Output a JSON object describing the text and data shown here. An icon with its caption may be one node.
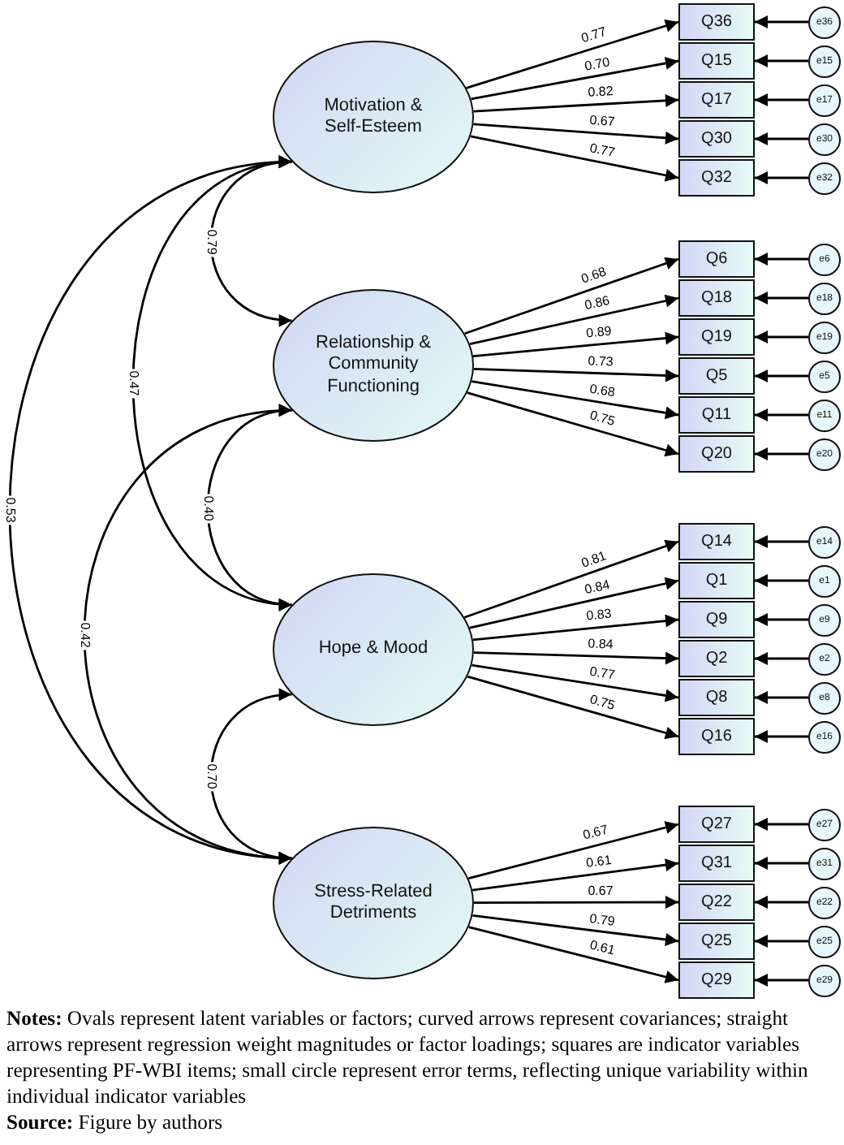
{
  "diagram": {
    "nodes": [
      {
        "text": [
          "Motivation & Self-Esteem"
        ]
      },
      {
        "text": [
          "Q36"
        ]
      },
      {
        "text": [
          "e36"
        ]
      },
      {
        "text": [
          "Q15"
        ]
      },
      {
        "text": [
          "e15"
        ]
      },
      {
        "text": [
          "Q17"
        ]
      },
      {
        "text": [
          "e17"
        ]
      },
      {
        "text": [
          "Q30"
        ]
      },
      {
        "text": [
          "e30"
        ]
      },
      {
        "text": [
          "Q32"
        ]
      },
      {
        "text": [
          "e32"
        ]
      },
      {
        "text": [
          "Relationship & Community Functioning"
        ]
      },
      {
        "text": [
          "Q6"
        ]
      },
      {
        "text": [
          "e6"
        ]
      },
      {
        "text": [
          "Q18"
        ]
      },
      {
        "text": [
          "e18"
        ]
      },
      {
        "text": [
          "Q19"
        ]
      },
      {
        "text": [
          "e19"
        ]
      },
      {
        "text": [
          "Q5"
        ]
      },
      {
        "text": [
          "e5"
        ]
      },
      {
        "text": [
          "Q11"
        ]
      },
      {
        "text": [
          "e11"
        ]
      },
      {
        "text": [
          "Q20"
        ]
      },
      {
        "text": [
          "e20"
        ]
      },
      {
        "text": [
          "Hope & Mood"
        ]
      },
      {
        "text": [
          "Q14"
        ]
      },
      {
        "text": [
          "e14"
        ]
      },
      {
        "text": [
          "Q1"
        ]
      },
      {
        "text": [
          "e1"
        ]
      },
      {
        "text": [
          "Q9"
        ]
      },
      {
        "text": [
          "e9"
        ]
      },
      {
        "text": [
          "Q2"
        ]
      },
      {
        "text": [
          "e2"
        ]
      },
      {
        "text": [
          "Q8"
        ]
      },
      {
        "text": [
          "e8"
        ]
      },
      {
        "text": [
          "Q16"
        ]
      },
      {
        "text": [
          "e16"
        ]
      },
      {
        "text": [
          "Stress-Related Detriments"
        ]
      },
      {
        "text": [
          "Q27"
        ]
      },
      {
        "text": [
          "e27"
        ]
      },
      {
        "text": [
          "Q31"
        ]
      },
      {
        "text": [
          "e31"
        ]
      },
      {
        "text": [
          "Q22"
        ]
      },
      {
        "text": [
          "e22"
        ]
      },
      {
        "text": [
          "Q25"
        ]
      },
      {
        "text": [
          "e25"
        ]
      },
      {
        "text": [
          "Q29"
        ]
      },
      {
        "text": [
          "e29"
        ]
      }
    ],
    "edges": [
      {
        "from": 0,
        "to": 1,
        "arrow": "to",
        "label": "0.77"
      },
      {
        "from": 2,
        "to": 1,
        "arrow": "to"
      },
      {
        "from": 0,
        "to": 3,
        "arrow": "to",
        "label": "0.70"
      },
      {
        "from": 4,
        "to": 3,
        "arrow": "to"
      },
      {
        "from": 0,
        "to": 5,
        "arrow": "to",
        "label": "0.82"
      },
      {
        "from": 6,
        "to": 5,
        "arrow": "to"
      },
      {
        "from": 0,
        "to": 7,
        "arrow": "to",
        "label": "0.67"
      },
      {
        "from": 8,
        "to": 7,
        "arrow": "to"
      },
      {
        "from": 0,
        "to": 9,
        "arrow": "to",
        "label": "0.77"
      },
      {
        "from": 10,
        "to": 9,
        "arrow": "to"
      },
      {
        "from": 11,
        "to": 12,
        "arrow": "to",
        "label": "0.68"
      },
      {
        "from": 13,
        "to": 12,
        "arrow": "to"
      },
      {
        "from": 11,
        "to": 14,
        "arrow": "to",
        "label": "0.86"
      },
      {
        "from": 15,
        "to": 14,
        "arrow": "to"
      },
      {
        "from": 11,
        "to": 16,
        "arrow": "to",
        "label": "0.89"
      },
      {
        "from": 17,
        "to": 16,
        "arrow": "to"
      },
      {
        "from": 11,
        "to": 18,
        "arrow": "to",
        "label": "0.73"
      },
      {
        "from": 19,
        "to": 18,
        "arrow": "to"
      },
      {
        "from": 11,
        "to": 20,
        "arrow": "to",
        "label": "0.68"
      },
      {
        "from": 21,
        "to": 20,
        "arrow": "to"
      },
      {
        "from": 11,
        "to": 22,
        "arrow": "to",
        "label": "0.75"
      },
      {
        "from": 23,
        "to": 22,
        "arrow": "to"
      },
      {
        "from": 24,
        "to": 25,
        "arrow": "to",
        "label": "0.81"
      },
      {
        "from": 26,
        "to": 25,
        "arrow": "to"
      },
      {
        "from": 24,
        "to": 27,
        "arrow": "to",
        "label": "0.84"
      },
      {
        "from": 28,
        "to": 27,
        "arrow": "to"
      },
      {
        "from": 24,
        "to": 29,
        "arrow": "to",
        "label": "0.83"
      },
      {
        "from": 30,
        "to": 29,
        "arrow": "to"
      },
      {
        "from": 24,
        "to": 31,
        "arrow": "to",
        "label": "0.84"
      },
      {
        "from": 32,
        "to": 31,
        "arrow": "to"
      },
      {
        "from": 24,
        "to": 33,
        "arrow": "to",
        "label": "0.77"
      },
      {
        "from": 34,
        "to": 33,
        "arrow": "to"
      },
      {
        "from": 24,
        "to": 35,
        "arrow": "to",
        "label": "0.75"
      },
      {
        "from": 36,
        "to": 35,
        "arrow": "to"
      },
      {
        "from": 37,
        "to": 38,
        "arrow": "to",
        "label": "0.67"
      },
      {
        "from": 39,
        "to": 38,
        "arrow": "to"
      },
      {
        "from": 37,
        "to": 40,
        "arrow": "to",
        "label": "0.61"
      },
      {
        "from": 41,
        "to": 40,
        "arrow": "to"
      },
      {
        "from": 37,
        "to": 42,
        "arrow": "to",
        "label": "0.67"
      },
      {
        "from": 43,
        "to": 42,
        "arrow": "to"
      },
      {
        "from": 37,
        "to": 44,
        "arrow": "to",
        "label": "0.79"
      },
      {
        "from": 45,
        "to": 44,
        "arrow": "to"
      },
      {
        "from": 37,
        "to": 46,
        "arrow": "to",
        "label": "0.61"
      },
      {
        "from": 47,
        "to": 46,
        "arrow": "to"
      },
      {
        "from": 0,
        "to": 11,
        "arrow": "both",
        "label": "0.79"
      },
      {
        "from": 0,
        "to": 24,
        "arrow": "both",
        "label": "0.47"
      },
      {
        "from": 0,
        "to": 37,
        "arrow": "both",
        "label": "0.53"
      },
      {
        "from": 11,
        "to": 24,
        "arrow": "both",
        "label": "0.40"
      },
      {
        "from": 11,
        "to": 37,
        "arrow": "both",
        "label": "0.42"
      },
      {
        "from": 24,
        "to": 37,
        "arrow": "both",
        "label": "0.70"
      }
    ],
    "labels": [
      "**Notes:** Ovals represent latent variables or factors; curved arrows represent covariances; straight arrows represent regression weight magnitudes or factor loadings; squares are indicator variables representing PF-WBI items; small circle represent error terms, reflecting unique variability within individual indicator variables",
      "**Source:** Figure by authors"
    ]
  }
}
